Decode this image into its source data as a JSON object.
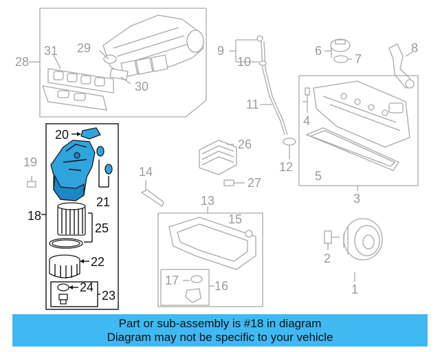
{
  "callouts": {
    "n1": "1",
    "n2": "2",
    "n3": "3",
    "n4": "4",
    "n5": "5",
    "n6": "6",
    "n7": "7",
    "n8": "8",
    "n9": "9",
    "n10": "10",
    "n11": "11",
    "n12": "12",
    "n13": "13",
    "n14": "14",
    "n15": "15",
    "n16": "16",
    "n17": "17",
    "n18": "18",
    "n19": "19",
    "n20": "20",
    "n21": "21",
    "n22": "22",
    "n23": "23",
    "n24": "24",
    "n25": "25",
    "n26": "26",
    "n27": "27",
    "n28": "28",
    "n29": "29",
    "n30": "30",
    "n31": "31"
  },
  "colors": {
    "highlight": "#2fa4df",
    "banner": "#40b9f3",
    "line_grey": "#a8a8a8",
    "line_black": "#111111"
  },
  "banner": {
    "line1": "Part or sub-assembly is #18 in diagram",
    "line2": "Diagram may not be specific to your vehicle"
  }
}
